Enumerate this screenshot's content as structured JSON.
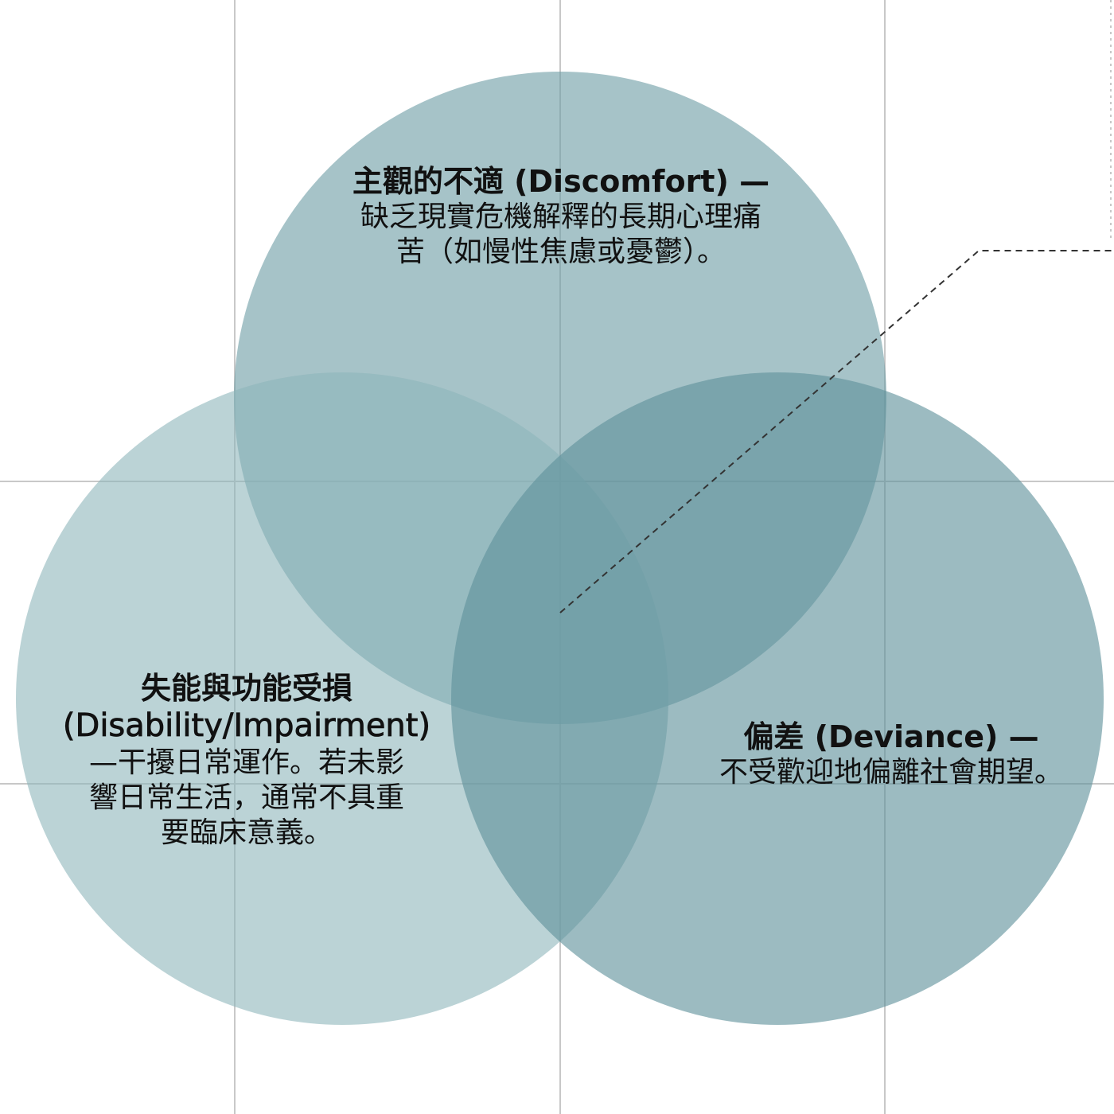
{
  "colors": {
    "circle_top": "#6f9ea6",
    "circle_left": "#8db5bb",
    "circle_right": "#5f929b",
    "grid": "#c8c8c8",
    "text": "#111111"
  },
  "circles": {
    "discomfort": {
      "title": "主觀的不適 (Discomfort) —",
      "lines": [
        "缺乏現實危機解釋的長期心理痛",
        "苦（如慢性焦慮或憂鬱）。"
      ]
    },
    "disability": {
      "title": "失能與功能受損",
      "title2": "(Disability/Impairment)",
      "lines": [
        "—干擾日常運作。若未影",
        "響日常生活，通常不具重",
        "要臨床意義。"
      ]
    },
    "deviance": {
      "title": "偏差 (Deviance) —",
      "lines": [
        "不受歡迎地偏離社會期望。"
      ]
    }
  }
}
